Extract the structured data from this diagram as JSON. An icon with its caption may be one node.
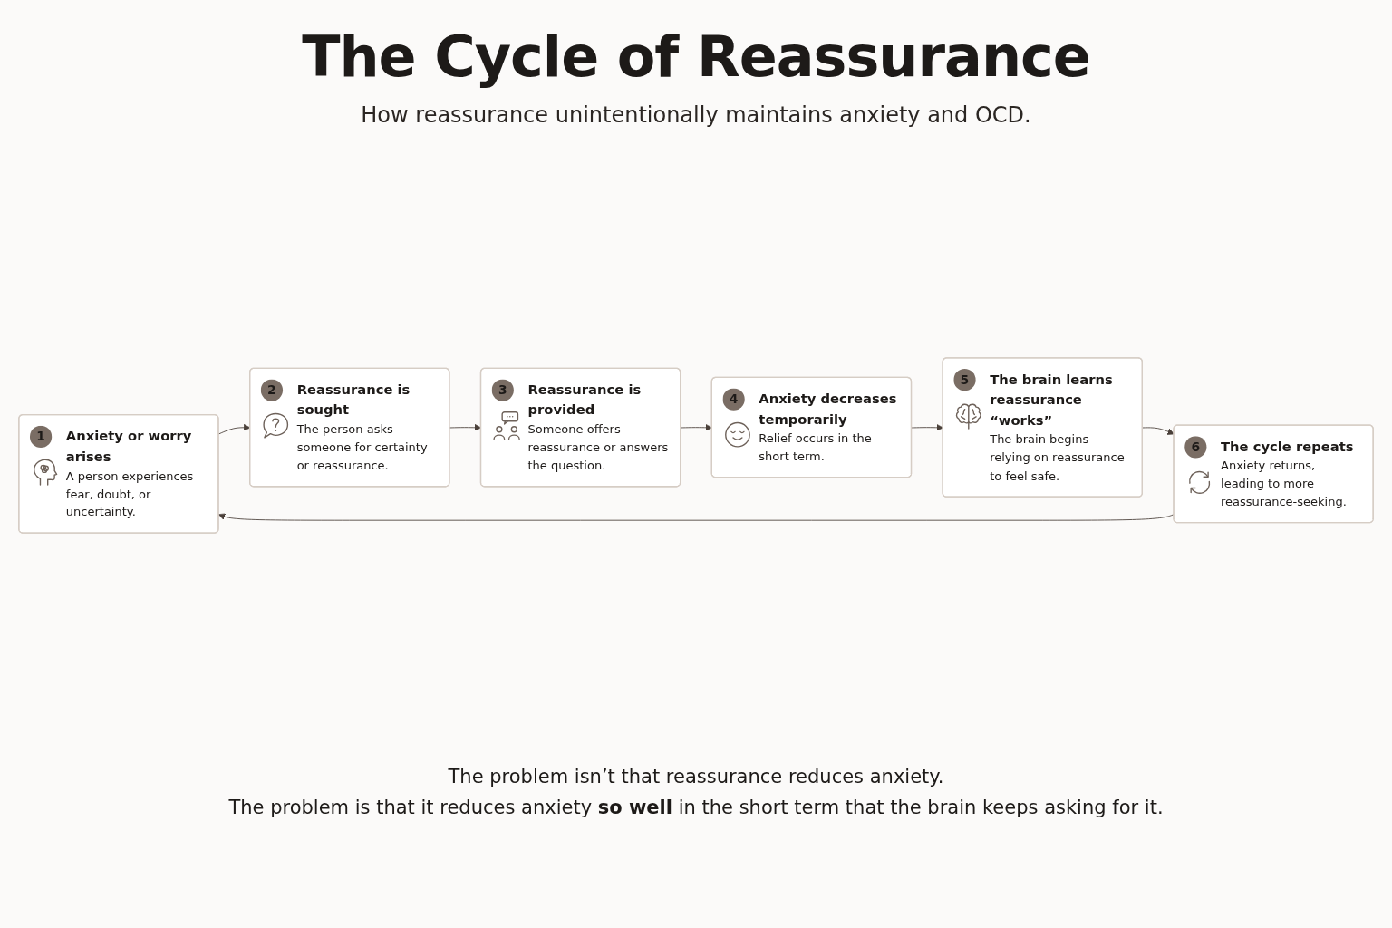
{
  "diagram": {
    "title": "The Cycle of Reassurance",
    "nodes": [
      {
        "text": [
          "1",
          "Anxiety or worry arises",
          "A person experiences fear, doubt, or uncertainty."
        ]
      },
      {
        "text": [
          "2",
          "Reassurance is sought",
          "The person asks someone for certainty or reassurance."
        ]
      },
      {
        "text": [
          "3",
          "Reassurance is provided",
          "Someone offers reassurance or answers the question."
        ]
      },
      {
        "text": [
          "4",
          "Anxiety decreases temporarily",
          "Relief occurs in the short term."
        ]
      },
      {
        "text": [
          "5",
          "The brain learns reassurance “works”",
          "The brain begins relying on reassurance to feel safe."
        ]
      },
      {
        "text": [
          "6",
          "The cycle repeats",
          "Anxiety returns, leading to more reassurance-seeking."
        ]
      }
    ],
    "edges": [
      {
        "from": 0,
        "to": 1,
        "arrow": "to"
      },
      {
        "from": 1,
        "to": 2,
        "arrow": "to"
      },
      {
        "from": 2,
        "to": 3,
        "arrow": "to"
      },
      {
        "from": 3,
        "to": 4,
        "arrow": "to"
      },
      {
        "from": 4,
        "to": 5,
        "arrow": "to"
      },
      {
        "from": 5,
        "to": 0,
        "arrow": "to"
      }
    ],
    "labels": [
      "How reassurance unintentionally maintains anxiety and OCD.",
      "The problem isn’t that reassurance reduces anxiety.",
      "The problem is that it reduces anxiety **so well** in the short term that the brain keeps asking for it."
    ]
  }
}
